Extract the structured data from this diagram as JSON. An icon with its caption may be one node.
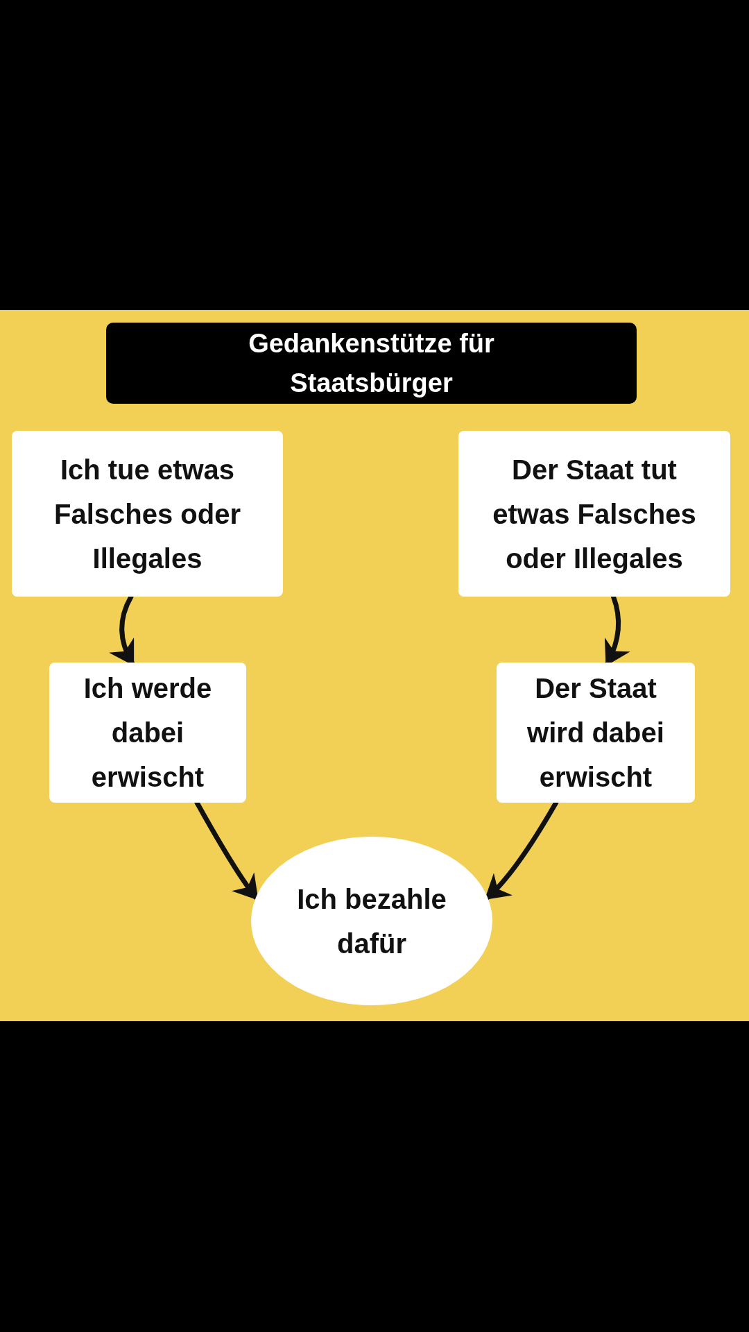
{
  "diagram": {
    "title": "Gedankenstütze für Staatsbürger",
    "nodes": [
      {
        "text": [
          "Ich tue etwas Falsches oder Illegales"
        ]
      },
      {
        "text": [
          "Der Staat tut etwas Falsches oder Illegales"
        ]
      },
      {
        "text": [
          "Ich werde dabei erwischt"
        ]
      },
      {
        "text": [
          "Der Staat wird dabei erwischt"
        ]
      },
      {
        "text": [
          "Ich bezahle dafür"
        ]
      }
    ],
    "edges": [
      {
        "from": 0,
        "to": 2,
        "arrow": "to"
      },
      {
        "from": 1,
        "to": 3,
        "arrow": "to"
      },
      {
        "from": 2,
        "to": 4,
        "arrow": "to"
      },
      {
        "from": 3,
        "to": 4,
        "arrow": "to"
      }
    ]
  }
}
